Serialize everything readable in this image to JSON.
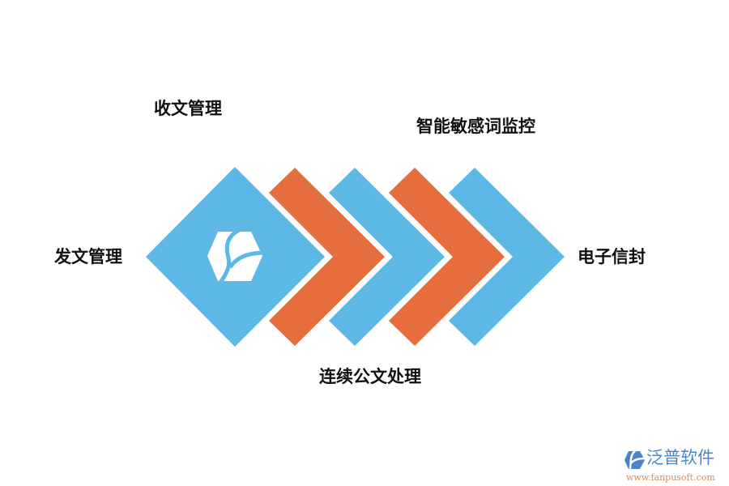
{
  "diagram": {
    "colors": {
      "blue": "#5db8e6",
      "orange": "#e56d3e",
      "text": "#111111"
    },
    "labels": {
      "receive": "收文管理",
      "sensitive": "智能敏感词监控",
      "send": "发文管理",
      "seal": "电子信封",
      "continuous": "连续公文处理"
    },
    "center_icon": "fanpu-logo-icon",
    "chevrons": [
      {
        "color": "orange"
      },
      {
        "color": "blue"
      },
      {
        "color": "orange"
      },
      {
        "color": "blue"
      }
    ]
  },
  "watermark": {
    "title": "泛普软件",
    "url": "www.fanpusoft.com",
    "icon": "fanpu-logo-icon"
  }
}
